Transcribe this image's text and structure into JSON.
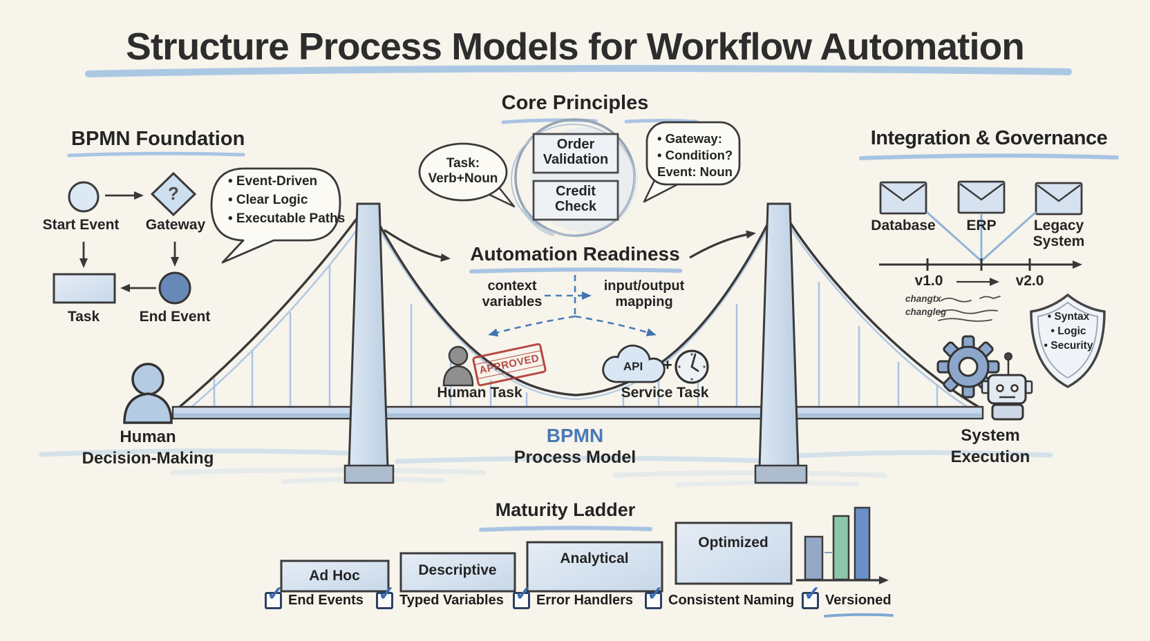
{
  "title": "Structure Process Models for Workflow Automation",
  "icons": {
    "checkbox_check": "✓"
  },
  "colors": {
    "background": "#f7f4ec",
    "ink": "#2e2e2e",
    "accent_blue": "#4a7ab5",
    "pencil_blue": "#a9c4e3",
    "stamp_red": "#b23b36",
    "bar_green": "#8cc6aa",
    "bar_blue": "#6b90cb"
  },
  "bpmn_foundation": {
    "heading": "BPMN Foundation",
    "start_event_label": "Start Event",
    "gateway_label": "Gateway",
    "gateway_symbol": "?",
    "task_label": "Task",
    "end_event_label": "End Event",
    "bubble_items": [
      "• Event-Driven",
      "• Clear Logic",
      "• Executable Paths"
    ]
  },
  "core_principles": {
    "heading": "Core Principles",
    "task_naming_bubble": {
      "line1": "Task:",
      "line2": "Verb+Noun"
    },
    "process_boxes": [
      "Order Validation",
      "Credit Check"
    ],
    "gateway_bubble": [
      "• Gateway:",
      "• Condition?",
      "Event: Noun"
    ]
  },
  "automation_readiness": {
    "heading": "Automation Readiness",
    "context_variables": {
      "line1": "context",
      "line2": "variables"
    },
    "io_mapping": {
      "line1": "input/output",
      "line2": "mapping"
    },
    "human_task": {
      "label": "Human Task",
      "stamp": "APPROVED"
    },
    "service_task": {
      "label": "Service Task",
      "cloud": "API",
      "plus": "+"
    }
  },
  "integration_governance": {
    "heading": "Integration & Governance",
    "systems": [
      "Database",
      "ERP",
      "Legacy System"
    ],
    "versions": {
      "from": "v1.0",
      "to": "v2.0"
    },
    "changelog": {
      "line1": "changtx",
      "line2": "changleg"
    },
    "shield_items": [
      "• Syntax",
      "• Logic",
      "• Security"
    ]
  },
  "bridge": {
    "left_bank": {
      "line1": "Human",
      "line2": "Decision-Making"
    },
    "center": {
      "line1": "BPMN",
      "line2": "Process Model"
    },
    "right_bank": {
      "line1": "System",
      "line2": "Execution"
    }
  },
  "maturity_ladder": {
    "heading": "Maturity Ladder",
    "steps": [
      "Ad Hoc",
      "Descriptive",
      "Analytical",
      "Optimized"
    ]
  },
  "checklist": [
    "End Events",
    "Typed Variables",
    "Error Handlers",
    "Consistent Naming",
    "Versioned"
  ]
}
